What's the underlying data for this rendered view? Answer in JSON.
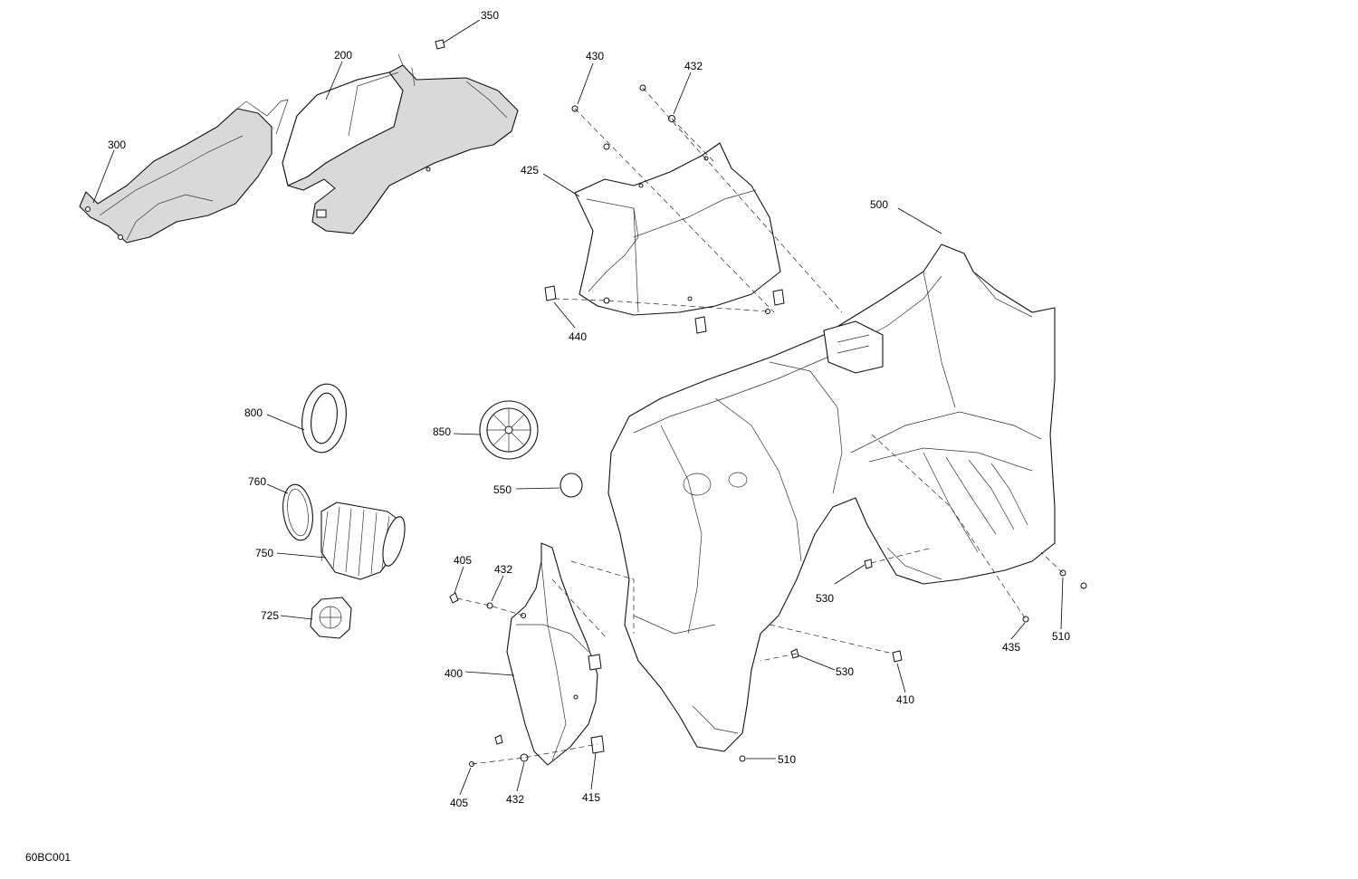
{
  "drawing": {
    "code": "60BC001",
    "callouts": [
      {
        "id": "c350",
        "label": "350"
      },
      {
        "id": "c200",
        "label": "200"
      },
      {
        "id": "c300",
        "label": "300"
      },
      {
        "id": "c430",
        "label": "430"
      },
      {
        "id": "c432a",
        "label": "432"
      },
      {
        "id": "c425",
        "label": "425"
      },
      {
        "id": "c500",
        "label": "500"
      },
      {
        "id": "c440",
        "label": "440"
      },
      {
        "id": "c800",
        "label": "800"
      },
      {
        "id": "c850",
        "label": "850"
      },
      {
        "id": "c550",
        "label": "550"
      },
      {
        "id": "c760",
        "label": "760"
      },
      {
        "id": "c750",
        "label": "750"
      },
      {
        "id": "c405a",
        "label": "405"
      },
      {
        "id": "c432b",
        "label": "432"
      },
      {
        "id": "c725",
        "label": "725"
      },
      {
        "id": "c400",
        "label": "400"
      },
      {
        "id": "c530a",
        "label": "530"
      },
      {
        "id": "c435",
        "label": "435"
      },
      {
        "id": "c510a",
        "label": "510"
      },
      {
        "id": "c530b",
        "label": "530"
      },
      {
        "id": "c410",
        "label": "410"
      },
      {
        "id": "c510b",
        "label": "510"
      },
      {
        "id": "c405b",
        "label": "405"
      },
      {
        "id": "c432c",
        "label": "432"
      },
      {
        "id": "c415",
        "label": "415"
      }
    ]
  }
}
